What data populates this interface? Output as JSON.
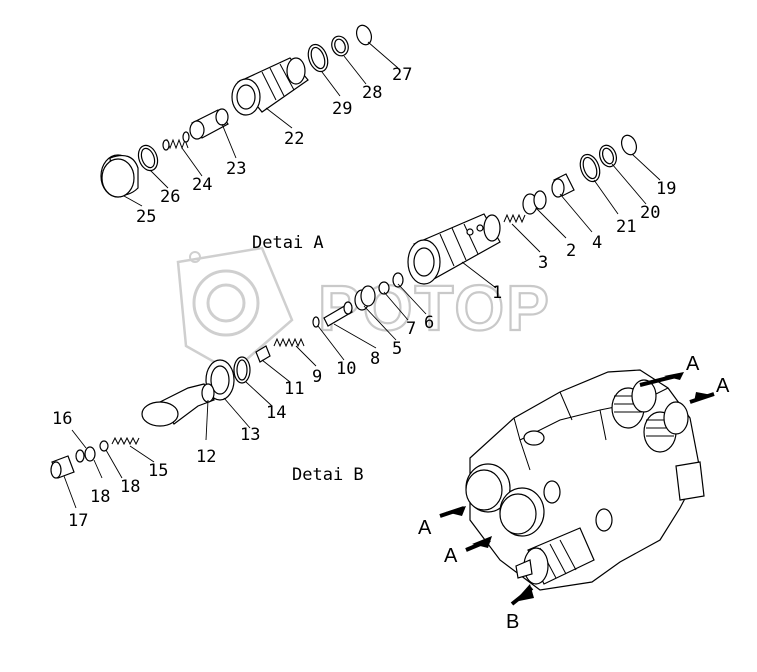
{
  "watermark": {
    "text": "POTOP"
  },
  "titles": {
    "detail_a": "Detai A",
    "detail_b": "Detai B"
  },
  "arrow_letters": {
    "a": "A",
    "b": "B"
  },
  "callouts": [
    {
      "id": "p1",
      "text": "1"
    },
    {
      "id": "p2",
      "text": "2"
    },
    {
      "id": "p3",
      "text": "3"
    },
    {
      "id": "p4",
      "text": "4"
    },
    {
      "id": "p5",
      "text": "5"
    },
    {
      "id": "p6",
      "text": "6"
    },
    {
      "id": "p7",
      "text": "7"
    },
    {
      "id": "p8",
      "text": "8"
    },
    {
      "id": "p9",
      "text": "9"
    },
    {
      "id": "p10",
      "text": "10"
    },
    {
      "id": "p11",
      "text": "11"
    },
    {
      "id": "p12",
      "text": "12"
    },
    {
      "id": "p13",
      "text": "13"
    },
    {
      "id": "p14",
      "text": "14"
    },
    {
      "id": "p15",
      "text": "15"
    },
    {
      "id": "p16",
      "text": "16"
    },
    {
      "id": "p17",
      "text": "17"
    },
    {
      "id": "p18a",
      "text": "18"
    },
    {
      "id": "p18b",
      "text": "18"
    },
    {
      "id": "p19",
      "text": "19"
    },
    {
      "id": "p20",
      "text": "20"
    },
    {
      "id": "p21",
      "text": "21"
    },
    {
      "id": "p22",
      "text": "22"
    },
    {
      "id": "p23",
      "text": "23"
    },
    {
      "id": "p24",
      "text": "24"
    },
    {
      "id": "p25",
      "text": "25"
    },
    {
      "id": "p26",
      "text": "26"
    },
    {
      "id": "p27",
      "text": "27"
    },
    {
      "id": "p28",
      "text": "28"
    },
    {
      "id": "p29",
      "text": "29"
    }
  ]
}
